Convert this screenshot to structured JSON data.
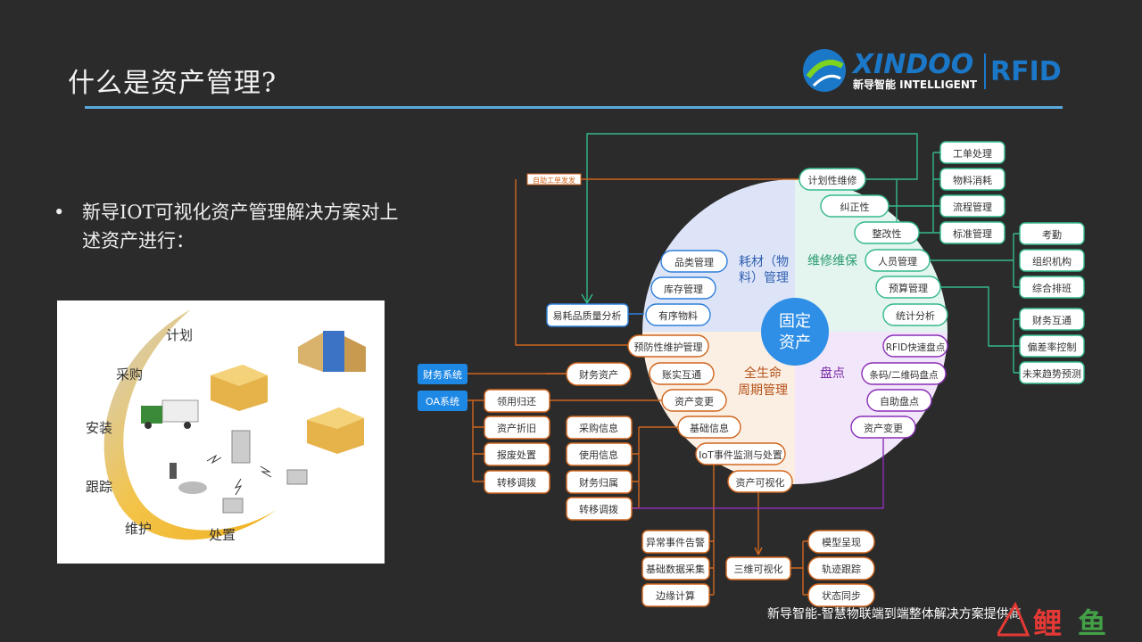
{
  "title": "什么是资产管理?",
  "logo": {
    "brand": "XINDOO",
    "sub": "新导智能 INTELLIGENT",
    "rfid": "RFID"
  },
  "bullet": {
    "dot": "•",
    "text": "新导IOT可视化资产管理解决方案对上述资产进行："
  },
  "illustration": {
    "labels": [
      "计划",
      "采购",
      "安装",
      "跟踪",
      "维护",
      "处置"
    ]
  },
  "diagram": {
    "center": [
      "固定",
      "资产"
    ],
    "quadrants": {
      "consumables": [
        "耗材（物",
        "料）管理"
      ],
      "maintenance": "维修维保",
      "lifecycle": [
        "全生命",
        "周期管理"
      ],
      "inventory": "盘点"
    },
    "auto_dispatch": "自助工单发发",
    "consumables_items": [
      "品类管理",
      "库存管理",
      "有序物料"
    ],
    "consumable_quality": "易耗品质量分析",
    "maintenance_items": [
      "计划性维修",
      "纠正性",
      "整改性",
      "人员管理",
      "预算管理",
      "统计分析"
    ],
    "maintenance_right": [
      "工单处理",
      "物料消耗",
      "流程管理",
      "标准管理"
    ],
    "hr_items": [
      "考勤",
      "组织机构",
      "综合排班"
    ],
    "budget_items": [
      "财务互通",
      "偏差率控制",
      "未来趋势预测"
    ],
    "lifecycle_items": [
      "预防性维护管理",
      "账实互通",
      "资产变更",
      "基础信息",
      "IoT事件监测与处置",
      "资产可视化"
    ],
    "inventory_items": [
      "RFID快速盘点",
      "条码/二维码盘点",
      "自助盘点",
      "资产变更"
    ],
    "finance_asset": "财务资产",
    "finance_system": "财务系统",
    "oa_system": "OA系统",
    "oa_items": [
      "领用归还",
      "资产折旧",
      "报废处置",
      "转移调拨"
    ],
    "basic_info_items": [
      "采购信息",
      "使用信息",
      "财务归属",
      "转移调拨"
    ],
    "iot_items": [
      "异常事件告警",
      "基础数据采集",
      "边缘计算"
    ],
    "visual_3d": "三维可视化",
    "visual_items": [
      "模型呈现",
      "轨迹跟踪",
      "状态同步"
    ]
  },
  "footer": "新导智能-智慧物联端到端整体解决方案提供商",
  "brand_mark": "鲤鱼",
  "colors": {
    "blue": "#2f7fd9",
    "green": "#34b98a",
    "orange": "#d0661e",
    "purple": "#8a2fb8",
    "teal": "#3bb5a0",
    "center": "#2f8fe6",
    "rule": "#5aa9dc"
  }
}
